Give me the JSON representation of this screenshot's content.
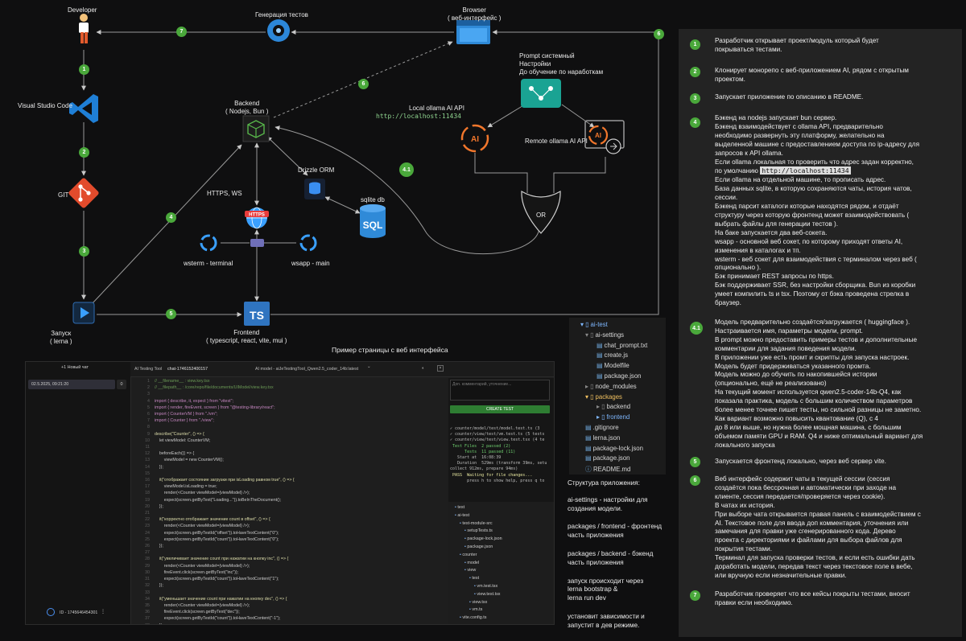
{
  "diagram": {
    "nodes": {
      "developer": "Developer",
      "vscode": "Visual Studio Code",
      "git": "GIT",
      "launch": "Запуск\n( lerna )",
      "test_gen": "Генерация тестов",
      "browser": "Browser\n( веб-интерфейс )",
      "backend": "Backend\n( Nodejs, Bun )",
      "drizzle": "Drizzle ORM",
      "sqlite": "sqlite db",
      "sql_icon_text": "SQL",
      "https_ws": "HTTPS, WS",
      "https_icon_text": "HTTPS",
      "wsterm": "wsterm - terminal",
      "wsapp": "wsapp - main",
      "frontend": "Frontend\n( typescript, react, vite, mui )",
      "ts_icon_text": "TS",
      "prompt": "Prompt системный\nНастройки\nДо обучение по наработкам",
      "local_ollama": "Local ollama AI API",
      "local_url": "http://localhost:11434",
      "remote_ollama": "Remote ollama AI API",
      "or": "OR",
      "ai_icon_text": "AI",
      "screenshot_title": "Пример страницы с веб интерфейса"
    },
    "steps": [
      "1",
      "2",
      "3",
      "4",
      "4.1",
      "5",
      "6",
      "7"
    ]
  },
  "panel": {
    "items": [
      {
        "num": "1",
        "text": "Разработчик открывает проект/модуль который будет\nпокрываться тестами."
      },
      {
        "num": "2",
        "text": "Клонирует монорепо с веб-приложением AI, рядом с открытым\nпроектом."
      },
      {
        "num": "3",
        "text": "Запускает приложение по описанию в README."
      },
      {
        "num": "4",
        "text_a": "Бэкенд на nodejs запускает bun сервер.\nБэкенд взаимодействует с ollama API, предварительно\nнеобходимо развернуть эту платформу, желательно на\nвыделенной машине с предоставлением доступа по ip-адресу для\nзапросов к API ollama.\nЕсли ollama локальная то проверить что адрес задан корректно,\nпо умолчанию ",
        "url": "http://localhost:11434",
        "text_b": "Если ollama на отдельной машине, то прописать адрес.\nБаза данных sqlite, в которую сохраняются чаты, история чатов,\nсессии.\nБэкенд парсит каталоги которые находятся рядом, и отдаёт\nструктуру через которую фронтенд может взаимодействовать (\nвыбрать файлы для генерации тестов ).\nНа баке запускается два веб-сокета.\nwsapp - основной веб сокет, по которому приходят ответы AI,\nизменения в каталогах и тп.\nwsterm - веб сокет для взаимодействия с терминалом через веб (\nопционально ).\nБэк принимает REST запросы по https.\nБэк поддерживает SSR, без настройки сборщика. Bun из коробки\nумеет компилить ts и tsx. Поэтому от бэка проведена стрелка в\nбраузер."
      },
      {
        "num": "4.1",
        "text": "Модель предварительно создаётся/загружается ( huggingface ).\nНастраивается  имя, параметры модели, prompt.\nВ prompt можно предоставить примеры тестов и дополнительные\nкомментарии для задания поведения модели.\nВ приложении уже есть промт и скрипты для запуска настроек.\nМодель будет придерживаться указанного промта.\nМодель можно до обучить по накопившейся истории\n(опционально, ещё не реализовано)\nНа текущий момент используется qwen2.5-coder-14b-Q4, как\nпоказала практика, модель с большим количеством параметров\nболее менее точнее пишет тесты, но сильной разницы не заметно.\nКак вариант возможно повысить квантование (Q), с 4\nдо 8 или выше, но нужна более мощная машина, с большим\nобъемом памяти GPU и RAM. Q4 и ниже оптимальный вариант для\nлокального запуска"
      },
      {
        "num": "5",
        "text": "Запускается фронтенд локально, через веб сервер vite."
      },
      {
        "num": "6",
        "text": "Веб интерфейс содержит чаты в текущей сессии (сессия\nсоздаётся пока бессрочная и автоматически при заходе на\nклиенте, сессия передается/проверяется через cookie).\nВ чатах их история.\nПри выборе чата открывается правая панель с взаимодействием с\nAI. Текстовое поле для ввода доп комментария, уточнения или\nзамечания для правки уже сгенерированного кода. Дерево\nпроекта с директориями и файлами для выбора файлов для\nпокрытия тестами.\nТерминал для запуска проверки тестов, и если есть ошибки дать\nдоработать модели, передав текст через текстовое поле в вебе,\nили вручную если незначительные правки."
      },
      {
        "num": "7",
        "text": "Разработчик проверяет что все кейсы покрыты тестами, вносит\nправки если необходимо."
      }
    ]
  },
  "tree": {
    "rows": [
      {
        "label": "ai-test",
        "kind": "folder-open",
        "color": "#7fb8ff"
      },
      {
        "label": "ai-settings",
        "kind": "folder-open",
        "color": "#d7d7d7"
      },
      {
        "label": "chat_prompt.txt",
        "kind": "file",
        "color": "#d7d7d7"
      },
      {
        "label": "create.js",
        "kind": "file-js",
        "color": "#d7d7d7"
      },
      {
        "label": "Modelfile",
        "kind": "file",
        "color": "#d7d7d7"
      },
      {
        "label": "package.json",
        "kind": "file-json",
        "color": "#d7d7d7"
      },
      {
        "label": "node_modules",
        "kind": "folder",
        "color": "#d7d7d7"
      },
      {
        "label": "packages",
        "kind": "folder-open",
        "color": "#f0c060"
      },
      {
        "label": "backend",
        "kind": "folder",
        "color": "#d7d7d7"
      },
      {
        "label": "frontend",
        "kind": "folder",
        "color": "#7fb8ff"
      },
      {
        "label": ".gitignore",
        "kind": "file",
        "color": "#d7d7d7"
      },
      {
        "label": "lerna.json",
        "kind": "file",
        "color": "#d7d7d7"
      },
      {
        "label": "package-lock.json",
        "kind": "file-json",
        "color": "#d7d7d7"
      },
      {
        "label": "package.json",
        "kind": "file-json",
        "color": "#d7d7d7"
      },
      {
        "label": "README.md",
        "kind": "file-md",
        "color": "#d7d7d7"
      }
    ]
  },
  "structure": {
    "title": "Структура приложения:",
    "blocks": [
      "ai-settings - настройки для\nсоздания модели.",
      "packages / frontend - фронтенд\nчасть приложения",
      "packages / backend - бэкенд\nчасть приложения",
      "запуск происходит через\nlerna bootstrap &\nlerna run dev",
      "установит зависимости и\nзапустит в дев режиме."
    ]
  },
  "app": {
    "sidebar_title": "Новый чат",
    "chat_item": "02.5.2025, 09:21:20",
    "chat_badge": "0",
    "user_id": "ID - 1745646454301",
    "breadcrumb": "AI Testing Tool",
    "tab_name": "chat-1746152400157",
    "model_label": "AI model - aiJeTestingTool_Qwen2.5_coder_14b:latest",
    "comment_placeholder": "Доп. комментарий, уточнение...",
    "create_button": "CREATE TEST",
    "code_lines": [
      "// __filename__ : view.key.tsx",
      "// __filepath__ : /core/repo/file/documents/UIModel/view.key.tsx",
      "",
      "import { describe, it, expect } from \"vitest\";",
      "import { render, fireEvent, screen } from \"@testing-library/react\";",
      "import { CounterVM } from \"./vm\";",
      "import { Counter } from \"./view\";",
      "",
      "describe(\"Counter\", () => {",
      "    let viewModel: CounterVM;",
      "",
      "    beforeEach(() => {",
      "        viewModel = new CounterVM();",
      "    });",
      "",
      "    it(\"отображает состояние загрузки при isLoading равном true\", () => {",
      "        viewModel.isLoading = true;",
      "        render(<Counter viewModel={viewModel} />);",
      "        expect(screen.getByText(\"Loading...\")).toBeInTheDocument();",
      "    });",
      "",
      "    it(\"корректно отображает значение count в offset\", () => {",
      "        render(<Counter viewModel={viewModel} />);",
      "        expect(screen.getByTestId(\"offset\")).toHaveTextContent(\"0\");",
      "        expect(screen.getByTestId(\"count\")).toHaveTextContent(\"0\");",
      "    });",
      "",
      "    it(\"увеличивает значение count при нажатии на кнопку inc\", () => {",
      "        render(<Counter viewModel={viewModel} />);",
      "        fireEvent.click(screen.getByText(\"inc\"));",
      "        expect(screen.getByTestId(\"count\")).toHaveTextContent(\"1\");",
      "    });",
      "",
      "    it(\"уменьшает значение count при нажатии на кнопку dec\", () => {",
      "        render(<Counter viewModel={viewModel} />);",
      "        fireEvent.click(screen.getByText(\"dec\"));",
      "        expect(screen.getByTestId(\"count\")).toHaveTextContent(\"-1\");",
      "    });",
      "});"
    ],
    "terminal_lines": [
      "✓ counter/model/test/model.test.ts (3",
      "✓ counter/view/test/vm.test.ts (5 tests",
      "✓ counter/view/test/view.test.tsx (4 te",
      "",
      " Test Files  2 passed (2)",
      "      Tests  11 passed (11)",
      "   Start at  16:08:39",
      "   Duration  529ms (transform 39ms, setu",
      "collect 912ms, prepare 94ms)",
      "",
      " PASS  Waiting for file changes...",
      "       press h to show help, press q to"
    ],
    "files": [
      "test",
      "ai-test",
      "test-module-src",
      "setupTests.ts",
      "package-lock.json",
      "package.json",
      "counter",
      "model",
      "view",
      "test",
      "vm.test.tsx",
      "view.test.tsx",
      "view.tsx",
      "vm.ts",
      "vite.config.ts"
    ]
  }
}
